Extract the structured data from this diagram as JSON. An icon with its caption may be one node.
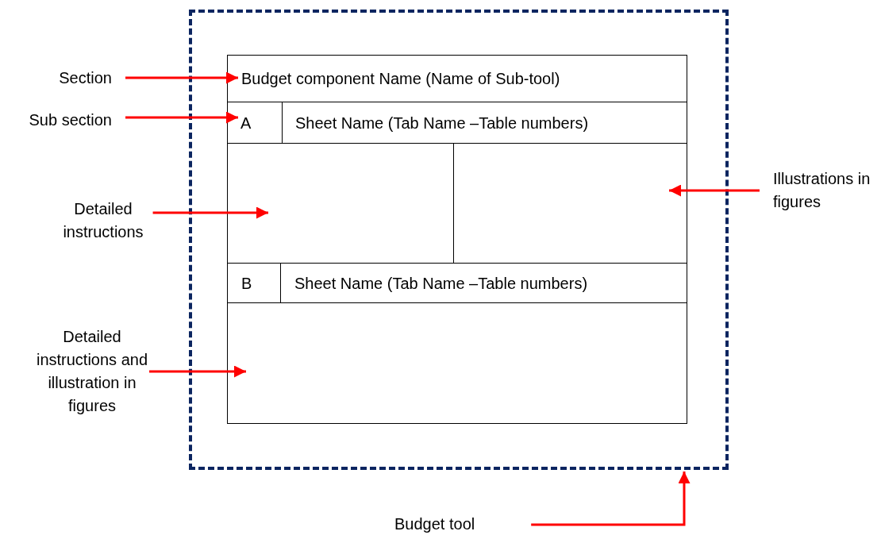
{
  "diagram": {
    "nodes": [
      {
        "text": [
          "Section"
        ]
      },
      {
        "text": [
          "Sub section"
        ]
      },
      {
        "text": [],
        "shape": "box"
      },
      {
        "text": [
          "Budget component Name (Name of Sub-tool)"
        ],
        "in": 2
      },
      {
        "text": [
          "A"
        ],
        "in": 2
      },
      {
        "text": [
          "Sheet Name (Tab Name –Table numbers)"
        ],
        "in": 2
      },
      {
        "text": [],
        "shape": "box",
        "in": 2
      },
      {
        "text": [],
        "shape": "box",
        "in": 2
      },
      {
        "text": [
          "B"
        ],
        "in": 2
      },
      {
        "text": [
          "Sheet Name (Tab Name –Table numbers)"
        ],
        "in": 2
      },
      {
        "text": [],
        "shape": "box",
        "in": 2
      },
      {
        "text": [
          "Detailed instructions"
        ]
      },
      {
        "text": [
          "Illustrations in figures"
        ]
      },
      {
        "text": [
          "Detailed instructions and illustration in figures"
        ]
      },
      {
        "text": [
          "Budget tool"
        ]
      }
    ],
    "edges": [
      {
        "from": 0,
        "to": 3,
        "arrow": "to"
      },
      {
        "from": 1,
        "to": 4,
        "arrow": "to"
      },
      {
        "from": 11,
        "to": 6,
        "arrow": "to"
      },
      {
        "from": 12,
        "to": 7,
        "arrow": "to"
      },
      {
        "from": 13,
        "to": 10,
        "arrow": "to"
      },
      {
        "from": 14,
        "to": 2,
        "arrow": "to"
      }
    ]
  }
}
